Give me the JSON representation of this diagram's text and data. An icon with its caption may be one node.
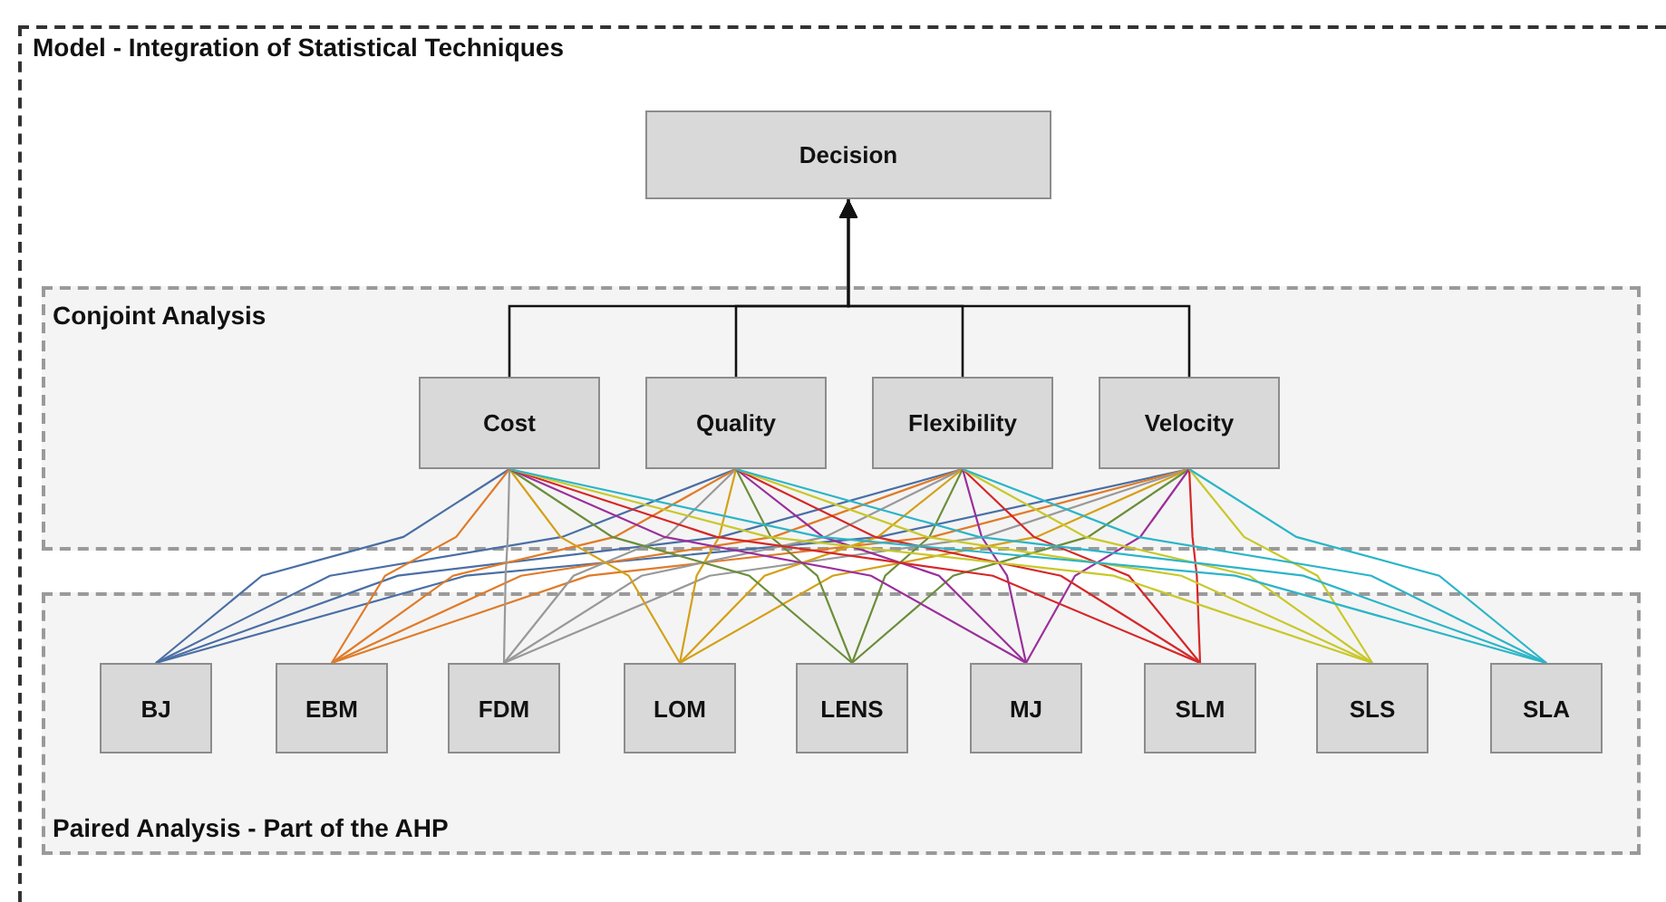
{
  "diagram": {
    "nodes": [
      {
        "text": [
          "Model - Integration of Statistical Techniques"
        ]
      },
      {
        "text": [
          "Decision"
        ],
        "in": 0
      },
      {
        "text": [
          "Conjoint Analysis"
        ],
        "in": 0
      },
      {
        "text": [
          "Cost"
        ],
        "in": 2
      },
      {
        "text": [
          "Quality"
        ],
        "in": 2
      },
      {
        "text": [
          "Flexibility"
        ],
        "in": 2
      },
      {
        "text": [
          "Velocity"
        ],
        "in": 2
      },
      {
        "text": [
          "Paired Analysis - Part of the AHP"
        ],
        "in": 0
      },
      {
        "text": [
          "BJ"
        ],
        "in": 7
      },
      {
        "text": [
          "EBM"
        ],
        "in": 7
      },
      {
        "text": [
          "FDM"
        ],
        "in": 7
      },
      {
        "text": [
          "LOM"
        ],
        "in": 7
      },
      {
        "text": [
          "LENS"
        ],
        "in": 7
      },
      {
        "text": [
          "MJ"
        ],
        "in": 7
      },
      {
        "text": [
          "SLM"
        ],
        "in": 7
      },
      {
        "text": [
          "SLS"
        ],
        "in": 7
      },
      {
        "text": [
          "SLA"
        ],
        "in": 7
      }
    ],
    "edges": [
      {
        "from": 3,
        "to": 1,
        "arrow": "to"
      },
      {
        "from": 4,
        "to": 1,
        "arrow": "to"
      },
      {
        "from": 5,
        "to": 1,
        "arrow": "to"
      },
      {
        "from": 6,
        "to": 1,
        "arrow": "to"
      },
      {
        "from": 3,
        "to": 8,
        "arrow": "none",
        "color": "#4a6fa5"
      },
      {
        "from": 4,
        "to": 8,
        "arrow": "none",
        "color": "#4a6fa5"
      },
      {
        "from": 5,
        "to": 8,
        "arrow": "none",
        "color": "#4a6fa5"
      },
      {
        "from": 6,
        "to": 8,
        "arrow": "none",
        "color": "#4a6fa5"
      },
      {
        "from": 3,
        "to": 9,
        "arrow": "none",
        "color": "#e07b28"
      },
      {
        "from": 4,
        "to": 9,
        "arrow": "none",
        "color": "#e07b28"
      },
      {
        "from": 5,
        "to": 9,
        "arrow": "none",
        "color": "#e07b28"
      },
      {
        "from": 6,
        "to": 9,
        "arrow": "none",
        "color": "#e07b28"
      },
      {
        "from": 3,
        "to": 10,
        "arrow": "none",
        "color": "#999999"
      },
      {
        "from": 4,
        "to": 10,
        "arrow": "none",
        "color": "#999999"
      },
      {
        "from": 5,
        "to": 10,
        "arrow": "none",
        "color": "#999999"
      },
      {
        "from": 6,
        "to": 10,
        "arrow": "none",
        "color": "#999999"
      },
      {
        "from": 3,
        "to": 11,
        "arrow": "none",
        "color": "#d4a017"
      },
      {
        "from": 4,
        "to": 11,
        "arrow": "none",
        "color": "#d4a017"
      },
      {
        "from": 5,
        "to": 11,
        "arrow": "none",
        "color": "#d4a017"
      },
      {
        "from": 6,
        "to": 11,
        "arrow": "none",
        "color": "#d4a017"
      },
      {
        "from": 3,
        "to": 12,
        "arrow": "none",
        "color": "#6b8e3a"
      },
      {
        "from": 4,
        "to": 12,
        "arrow": "none",
        "color": "#6b8e3a"
      },
      {
        "from": 5,
        "to": 12,
        "arrow": "none",
        "color": "#6b8e3a"
      },
      {
        "from": 6,
        "to": 12,
        "arrow": "none",
        "color": "#6b8e3a"
      },
      {
        "from": 3,
        "to": 13,
        "arrow": "none",
        "color": "#9b2f9b"
      },
      {
        "from": 4,
        "to": 13,
        "arrow": "none",
        "color": "#9b2f9b"
      },
      {
        "from": 5,
        "to": 13,
        "arrow": "none",
        "color": "#9b2f9b"
      },
      {
        "from": 6,
        "to": 13,
        "arrow": "none",
        "color": "#9b2f9b"
      },
      {
        "from": 3,
        "to": 14,
        "arrow": "none",
        "color": "#d62728"
      },
      {
        "from": 4,
        "to": 14,
        "arrow": "none",
        "color": "#d62728"
      },
      {
        "from": 5,
        "to": 14,
        "arrow": "none",
        "color": "#d62728"
      },
      {
        "from": 6,
        "to": 14,
        "arrow": "none",
        "color": "#d62728"
      },
      {
        "from": 3,
        "to": 15,
        "arrow": "none",
        "color": "#c8c82a"
      },
      {
        "from": 4,
        "to": 15,
        "arrow": "none",
        "color": "#c8c82a"
      },
      {
        "from": 5,
        "to": 15,
        "arrow": "none",
        "color": "#c8c82a"
      },
      {
        "from": 6,
        "to": 15,
        "arrow": "none",
        "color": "#c8c82a"
      },
      {
        "from": 3,
        "to": 16,
        "arrow": "none",
        "color": "#2bb5c8"
      },
      {
        "from": 4,
        "to": 16,
        "arrow": "none",
        "color": "#2bb5c8"
      },
      {
        "from": 5,
        "to": 16,
        "arrow": "none",
        "color": "#2bb5c8"
      },
      {
        "from": 6,
        "to": 16,
        "arrow": "none",
        "color": "#2bb5c8"
      }
    ]
  }
}
